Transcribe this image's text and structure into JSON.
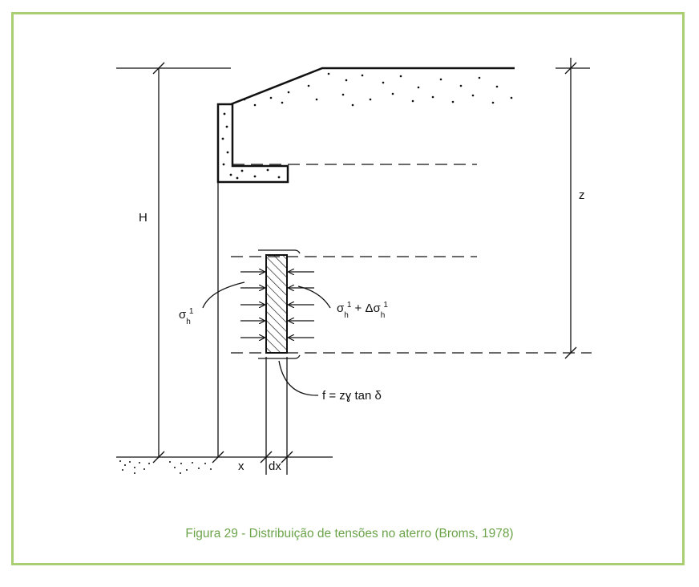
{
  "labels": {
    "H": "H",
    "z": "z",
    "x": "x",
    "dx": "dx",
    "sigma_left": "σ",
    "sigma_left_sub": "h",
    "sigma_left_sup": "1",
    "sigma_right_a": "σ",
    "sigma_right_a_sub": "h",
    "sigma_right_a_sup": "1",
    "sigma_right_plus": " + Δσ",
    "sigma_right_b_sub": "h",
    "sigma_right_b_sup": "1",
    "friction": "f = zɣ tan δ"
  },
  "caption": "Figura 29 - Distribuição de tensões no aterro (Broms, 1978)",
  "colors": {
    "frame": "#a9cf72",
    "caption": "#6ba34a",
    "ink": "#111111"
  }
}
